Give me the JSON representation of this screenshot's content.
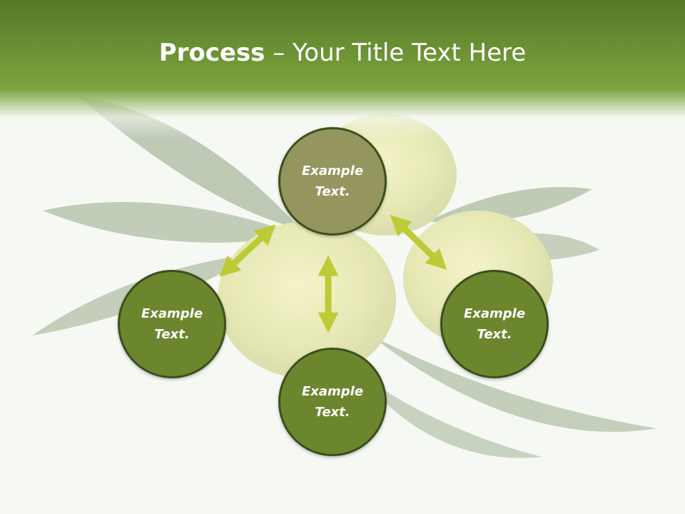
{
  "slide": {
    "title_bold": "Process",
    "title_rest": " – Your Title Text Here"
  },
  "nodes": [
    {
      "id": "top",
      "line1": "Example",
      "line2": "Text."
    },
    {
      "id": "left",
      "line1": "Example",
      "line2": "Text."
    },
    {
      "id": "right",
      "line1": "Example",
      "line2": "Text."
    },
    {
      "id": "bottom",
      "line1": "Example",
      "line2": "Text."
    }
  ],
  "colors": {
    "header": "#6b9232",
    "node_top": "#95955f",
    "node_green": "#6c862e",
    "node_border": "#3b4f1e",
    "arrow": "#bccb36"
  },
  "background_image": "olive-branch-photo"
}
